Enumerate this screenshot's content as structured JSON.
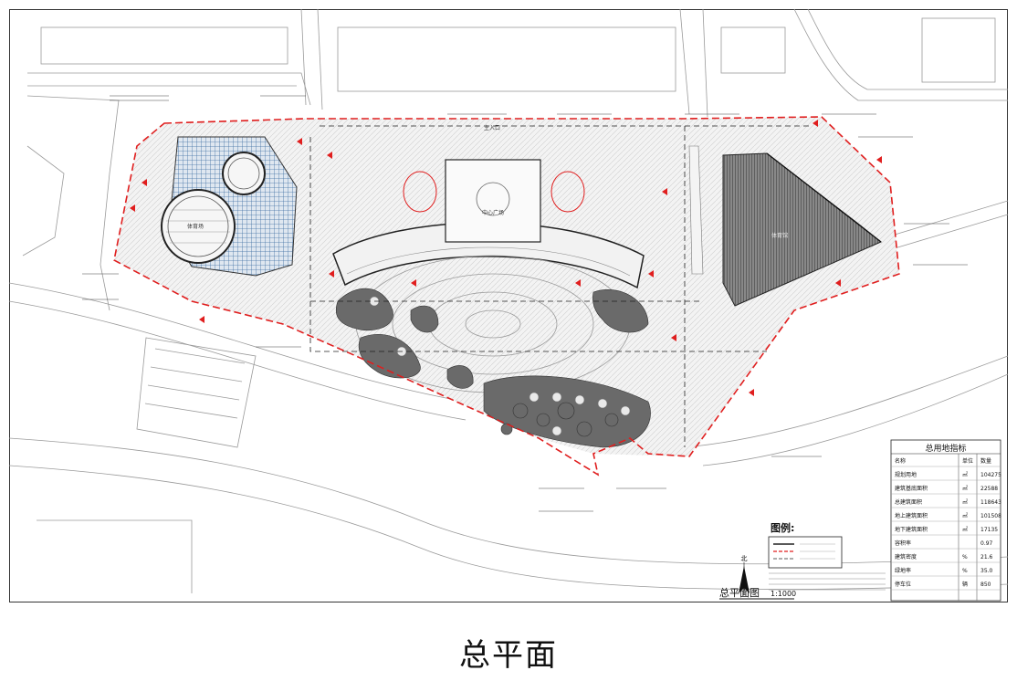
{
  "caption": "总平面",
  "sheet": {
    "drawing_title": "总平面图",
    "scale": "1:1000",
    "legend_title": "图例:",
    "north_label": "北"
  },
  "index_table": {
    "title": "总用地指标",
    "headers": [
      "名称",
      "单位",
      "数量"
    ],
    "rows": [
      [
        "规划用地",
        "㎡",
        "104275"
      ],
      [
        "建筑基底面积",
        "㎡",
        "22588"
      ],
      [
        "总建筑面积",
        "㎡",
        "118643"
      ],
      [
        "地上建筑面积",
        "㎡",
        "101508"
      ],
      [
        "地下建筑面积",
        "㎡",
        "17135"
      ],
      [
        "容积率",
        "",
        "0.97"
      ],
      [
        "建筑密度",
        "%",
        "21.6"
      ],
      [
        "绿地率",
        "%",
        "35.0"
      ],
      [
        "停车位",
        "辆",
        "850"
      ]
    ]
  },
  "site_labels": {
    "main_entrance": "主入口",
    "plaza": "中心广场",
    "stadium": "体育场",
    "gym": "体育馆"
  },
  "colors": {
    "boundary": "#e01e1e",
    "linework": "#555555",
    "hatch_blue": "#3f6fa3",
    "dark_fill": "#555555"
  }
}
